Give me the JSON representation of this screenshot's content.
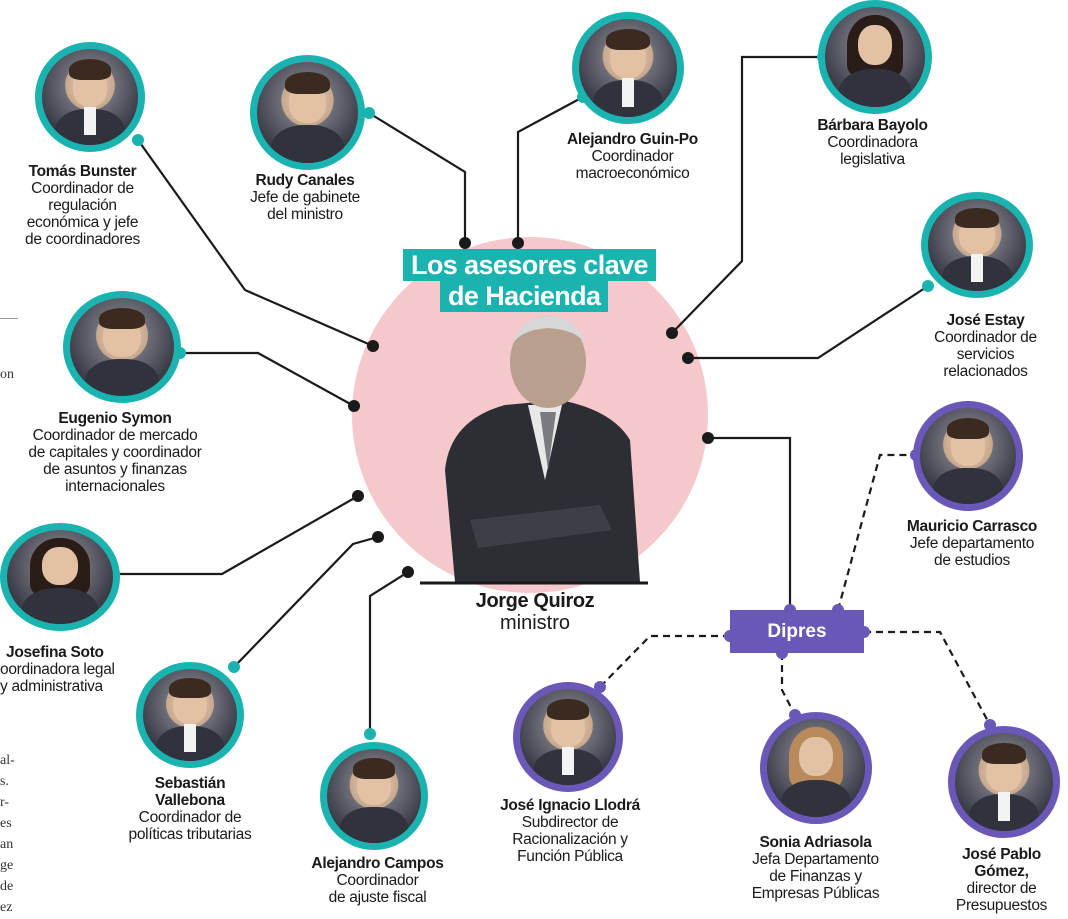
{
  "title": [
    "Los asesores clave",
    "de Hacienda"
  ],
  "minister": {
    "name": "Jorge Quiroz",
    "role": "ministro"
  },
  "dipres": {
    "label": "Dipres"
  },
  "colors": {
    "teal": "#1bb3b0",
    "purple": "#6b57b8",
    "circle": "#f5c9cb",
    "line": "#1a1a1a"
  },
  "advisors": {
    "bunster": {
      "name": "Tomás Bunster",
      "role": "Coordinador de\nregulación\neconómica y jefe\nde coordinadores"
    },
    "canales": {
      "name": "Rudy Canales",
      "role": "Jefe de gabinete\ndel ministro"
    },
    "guinpo": {
      "name": "Alejandro Guin-Po",
      "role": "Coordinador\nmacroeconómico"
    },
    "bayolo": {
      "name": "Bárbara Bayolo",
      "role": "Coordinadora\nlegislativa"
    },
    "estay": {
      "name": "José Estay",
      "role": "Coordinador de\nservicios\nrelacionados"
    },
    "symon": {
      "name": "Eugenio Symon",
      "role": "Coordinador de mercado\nde capitales y coordinador\nde asuntos y finanzas\ninternacionales"
    },
    "soto": {
      "name": "Josefina Soto",
      "role": "oordinadora legal\ny administrativa"
    },
    "vallebona": {
      "name": "Sebastián\nVallebona",
      "role": "Coordinador de\npolíticas tributarias"
    },
    "campos": {
      "name": "Alejandro Campos",
      "role": "Coordinador\nde ajuste fiscal"
    },
    "carrasco": {
      "name": "Mauricio Carrasco",
      "role": "Jefe departamento\nde estudios"
    },
    "llodra": {
      "name": "José Ignacio Llodrá",
      "role": "Subdirector de\nRacionalización y\nFunción Pública"
    },
    "adriasola": {
      "name": "Sonia Adriasola",
      "role": "Jefa Departamento\nde Finanzas y\nEmpresas Públicas"
    },
    "gomez": {
      "name": "José Pablo\nGómez,",
      "role": "director de\nPresupuestos"
    }
  },
  "margin_fragments": [
    "on",
    "al-",
    "s.",
    "r-",
    "es",
    "an",
    "ge",
    "de",
    "ez"
  ]
}
